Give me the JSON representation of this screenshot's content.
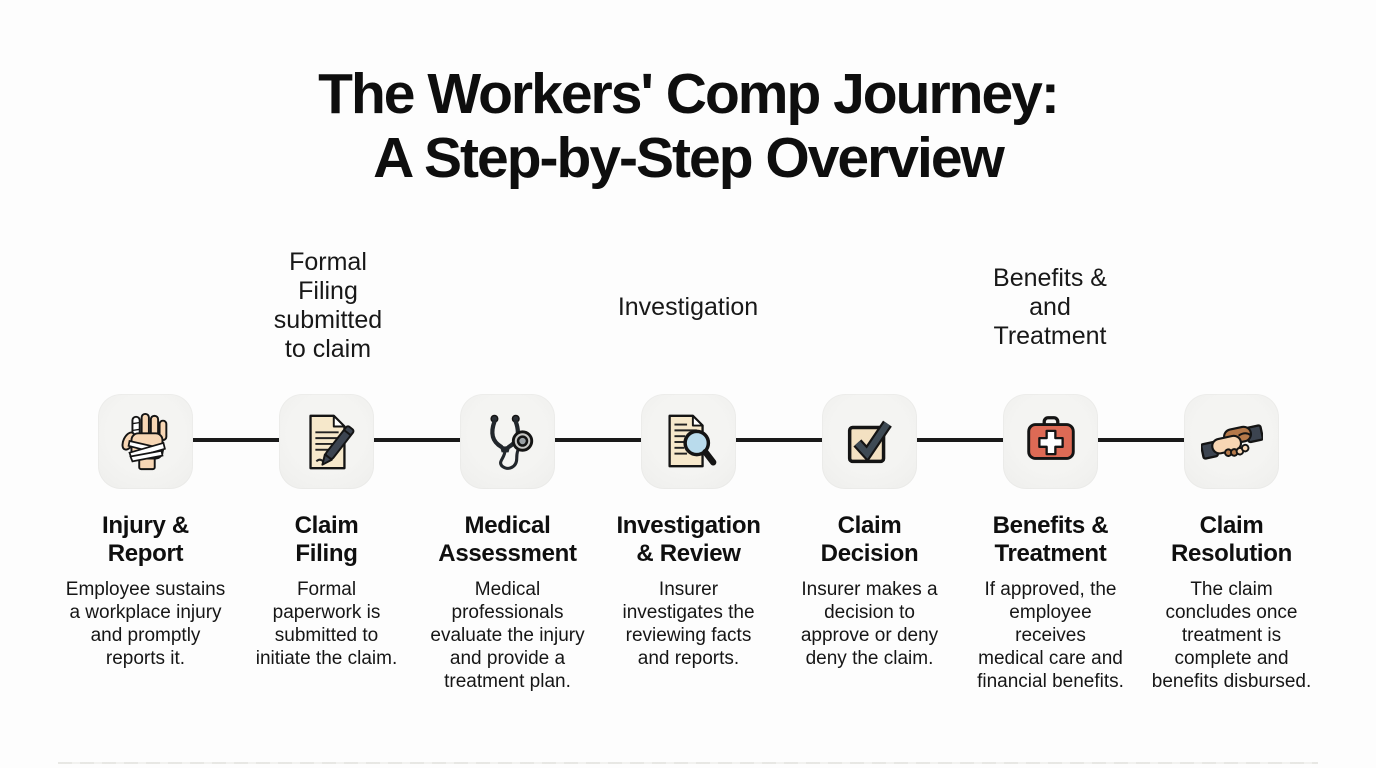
{
  "title": "The Workers' Comp Journey:\nA Step-by-Step Overview",
  "annotations": {
    "claim_filing": "Formal\nFiling\nsubmitted\nto claim",
    "investigation": "Investigation",
    "benefits": "Benefits &\nand\nTreatment"
  },
  "steps": [
    {
      "icon": "bandaged-hand-icon",
      "title": "Injury &\nReport",
      "description": "Employee sustains\na workplace injury\nand promptly\nreports it."
    },
    {
      "icon": "claim-document-pen-icon",
      "title": "Claim\nFiling",
      "description": "Formal\npaperwork is\nsubmitted to\ninitiate the claim."
    },
    {
      "icon": "stethoscope-icon",
      "title": "Medical\nAssessment",
      "description": "Medical\nprofessionals\nevaluate the injury\nand provide a\ntreatment plan."
    },
    {
      "icon": "document-magnifier-icon",
      "title": "Investigation\n& Review",
      "description": "Insurer\ninvestigates the\nreviewing facts\nand reports."
    },
    {
      "icon": "checkbox-check-icon",
      "title": "Claim\nDecision",
      "description": "Insurer makes a\ndecision to\napprove or deny\ndeny the claim."
    },
    {
      "icon": "first-aid-kit-icon",
      "title": "Benefits &\nTreatment",
      "description": "If approved, the\nemployee\nreceives\nmedical care and\nfinancial benefits."
    },
    {
      "icon": "handshake-icon",
      "title": "Claim\nResolution",
      "description": "The claim\nconcludes once\ntreatment is\ncomplete and\nbenefits disbursed."
    }
  ],
  "colors": {
    "tile-bg": "#f1f1ef",
    "connector": "#1a1a1a",
    "text": "#121212",
    "paper": "#f6e8cb",
    "skin-light": "#f7d6b4",
    "skin-dark": "#b5794a",
    "ink-dark": "#3c4450",
    "kit-red": "#dd6a55",
    "lens-blue": "#b9dbec",
    "check-slate": "#3e4a54",
    "bandage-white": "#ffffff"
  }
}
